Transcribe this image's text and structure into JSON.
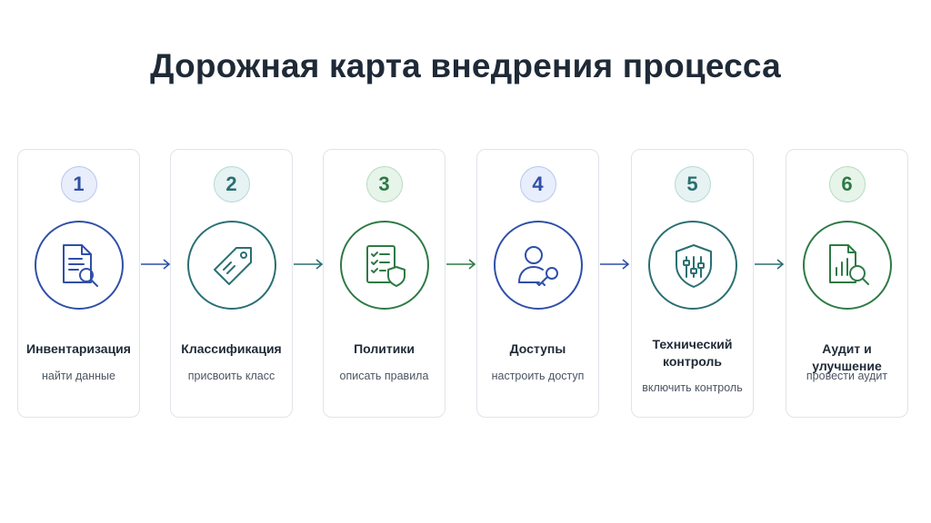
{
  "title": "Дорожная карта внедрения процесса",
  "steps": [
    {
      "num": "1",
      "name": "Инвентаризация",
      "sub": "найти данные",
      "icon": "document-search-icon",
      "color": "#2f4fa8",
      "num_bg": "#e8eefb",
      "num_border": "#b8c7ee"
    },
    {
      "num": "2",
      "name": "Классификация",
      "sub": "присвоить класс",
      "icon": "tag-icon",
      "color": "#2a6f73",
      "num_bg": "#e6f3f2",
      "num_border": "#b3d9d6"
    },
    {
      "num": "3",
      "name": "Политики",
      "sub": "описать правила",
      "icon": "policy-checklist-shield-icon",
      "color": "#2e7a45",
      "num_bg": "#e7f4ea",
      "num_border": "#b6dcbf"
    },
    {
      "num": "4",
      "name": "Доступы",
      "sub": "настроить доступ",
      "icon": "user-key-icon",
      "color": "#2f4fa8",
      "num_bg": "#e8eefb",
      "num_border": "#b8c7ee"
    },
    {
      "num": "5",
      "name": "Технический контроль",
      "sub": "включить контроль",
      "icon": "shield-sliders-icon",
      "color": "#2a6f73",
      "num_bg": "#e6f3f2",
      "num_border": "#b3d9d6"
    },
    {
      "num": "6",
      "name": "Аудит и улучшение",
      "sub": "провести аудит",
      "icon": "chart-search-icon",
      "color": "#2e7a45",
      "num_bg": "#e7f4ea",
      "num_border": "#b6dcbf"
    }
  ],
  "arrow_colors": [
    "#2f4fa8",
    "#2a6f73",
    "#2e7a45",
    "#2f4fa8",
    "#2a6f73"
  ]
}
